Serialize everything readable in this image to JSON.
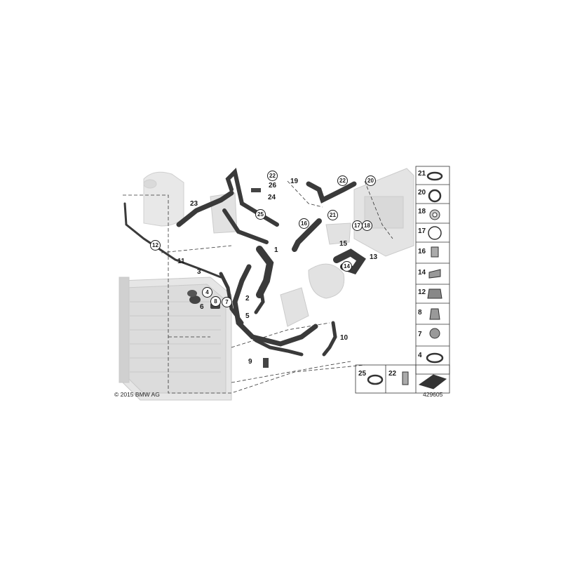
{
  "copyright": "© 2015 BMW AG",
  "diagram_number": "429605",
  "callouts": {
    "c1": "1",
    "c2": "2",
    "c3": "3",
    "c4": "4",
    "c5": "5",
    "c6": "6",
    "c7": "7",
    "c8": "8",
    "c9": "9",
    "c10": "10",
    "c11": "11",
    "c12": "12",
    "c13": "13",
    "c14": "14",
    "c15": "15",
    "c16": "16",
    "c17": "17",
    "c18": "18",
    "c19": "19",
    "c20": "20",
    "c21": "21",
    "c22": "22",
    "c23": "23",
    "c24": "24",
    "c25": "25",
    "c26": "26"
  },
  "legend": {
    "r21": "21",
    "r20": "20",
    "r18": "18",
    "r17": "17",
    "r16": "16",
    "r14": "14",
    "r12": "12",
    "r8": "8",
    "r7": "7",
    "r4": "4",
    "b25": "25",
    "b22": "22"
  }
}
